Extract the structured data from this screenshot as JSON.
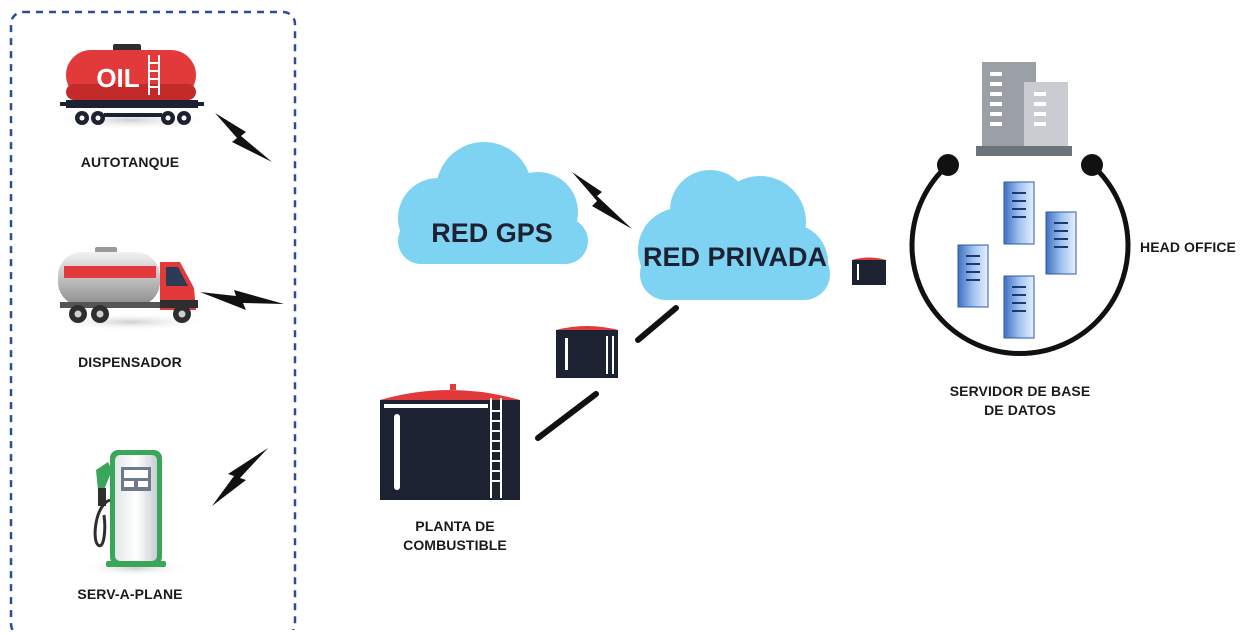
{
  "diagram": {
    "vehicles": {
      "autotanque": {
        "label": "AUTOTANQUE",
        "tank_text": "OIL"
      },
      "dispensador": {
        "label": "DISPENSADOR"
      },
      "serv_a_plane": {
        "label": "SERV-A-PLANE"
      }
    },
    "clouds": {
      "red_gps": {
        "label": "RED GPS"
      },
      "red_privada": {
        "label": "RED PRIVADA"
      }
    },
    "planta": {
      "label_line1": "PLANTA DE",
      "label_line2": "COMBUSTIBLE"
    },
    "servidor": {
      "label_line1": "SERVIDOR DE BASE",
      "label_line2": "DE DATOS"
    },
    "head_office": {
      "label": "HEAD OFFICE"
    },
    "colors": {
      "dashed_border": "#2a4d9a",
      "cloud": "#7fd3f2",
      "tank_dark": "#1d2233",
      "tank_red": "#e23a3a",
      "bolt": "#111111",
      "pump_green": "#3aa65a"
    }
  }
}
